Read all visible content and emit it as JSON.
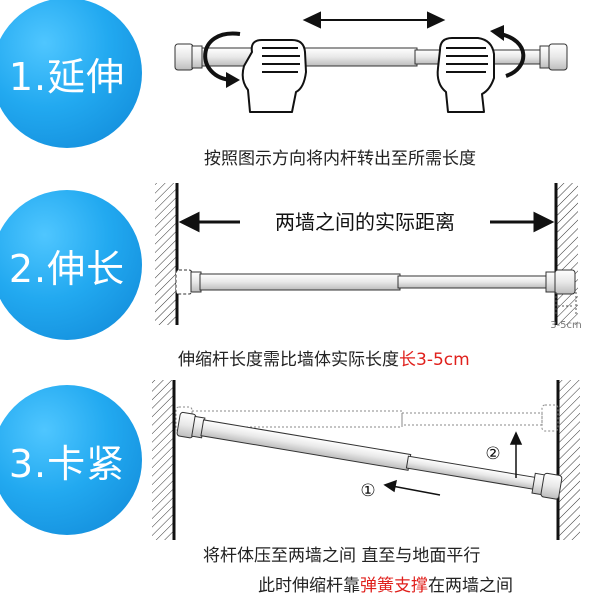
{
  "steps": [
    {
      "label": "1.延伸",
      "caption": "按照图示方向将内杆转出至所需长度"
    },
    {
      "label": "2.伸长",
      "caption_prefix": "伸缩杆长度需比墙体实际长度",
      "caption_highlight": "长3-5cm",
      "measure_label": "两墙之间的实际距离",
      "gap_label": "3-5cm"
    },
    {
      "label": "3.卡紧",
      "caption_line1": "将杆体压至两墙之间 直至与地面平行",
      "caption_line2_prefix": "此时伸缩杆靠",
      "caption_line2_highlight": "弹簧支撑",
      "caption_line2_suffix": "在两墙之间",
      "marker1": "①",
      "marker2": "②"
    }
  ],
  "colors": {
    "circle": "#1a9be6",
    "highlight": "#e0201c"
  }
}
